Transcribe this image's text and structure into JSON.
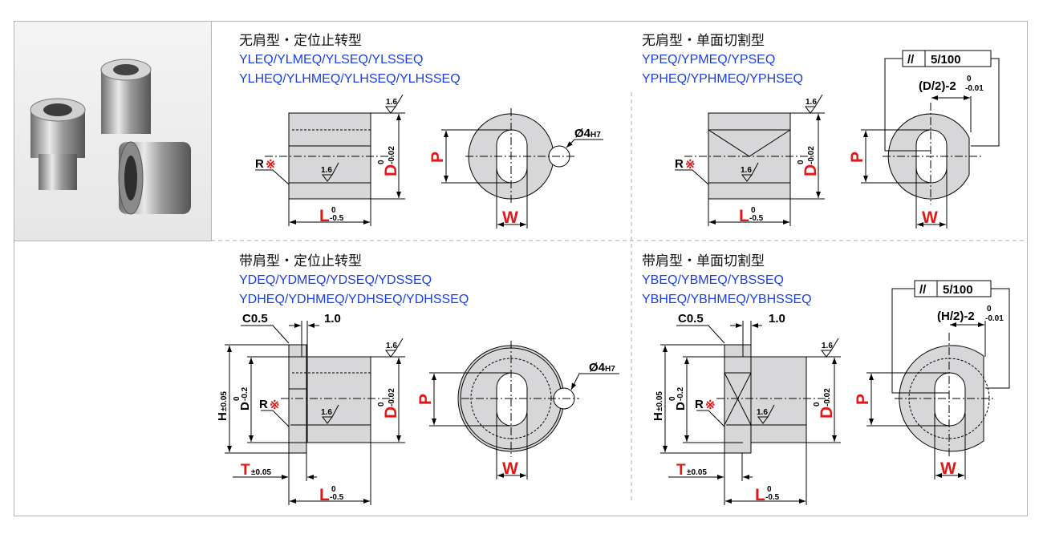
{
  "quadrants": [
    {
      "title": "无肩型・定位止转型",
      "codes_1": "YLEQ/YLMEQ/YLSEQ/YLSSEQ",
      "codes_2": "YLHEQ/YLHMEQ/YLHSEQ/YLHSSEQ"
    },
    {
      "title": "无肩型・单面切割型",
      "codes_1": "YPEQ/YPMEQ/YPSEQ",
      "codes_2": "YPHEQ/YPHMEQ/YPHSEQ"
    },
    {
      "title": "带肩型・定位止转型",
      "codes_1": "YDEQ/YDMEQ/YDSEQ/YDSSEQ",
      "codes_2": "YDHEQ/YDHMEQ/YDHSEQ/YDHSSEQ"
    },
    {
      "title": "带肩型・单面切割型",
      "codes_1": "YBEQ/YBMEQ/YBSSEQ",
      "codes_2": "YBHEQ/YBHMEQ/YBHSSEQ"
    }
  ],
  "dims": {
    "roughness": "1.6",
    "R": "R",
    "mark": "※",
    "D": "D",
    "D_tol_up": "0",
    "D_tol_low": "-0.02",
    "D2_tol_low": "-0.2",
    "L": "L",
    "L_tol_up": "0",
    "L_tol_low": "-0.5",
    "P": "P",
    "W": "W",
    "hole": "Ø4",
    "hole_fit": "H7",
    "parallel": "//",
    "tol_value": "5/100",
    "D_half": "(D/2)-2",
    "H_half": "(H/2)-2",
    "half_tol_up": "0",
    "half_tol_low": "-0.01",
    "C": "C0.5",
    "flange_gap": "1.0",
    "H": "H",
    "H_tol": "±0.05",
    "T": "T",
    "T_tol": "±0.05"
  }
}
